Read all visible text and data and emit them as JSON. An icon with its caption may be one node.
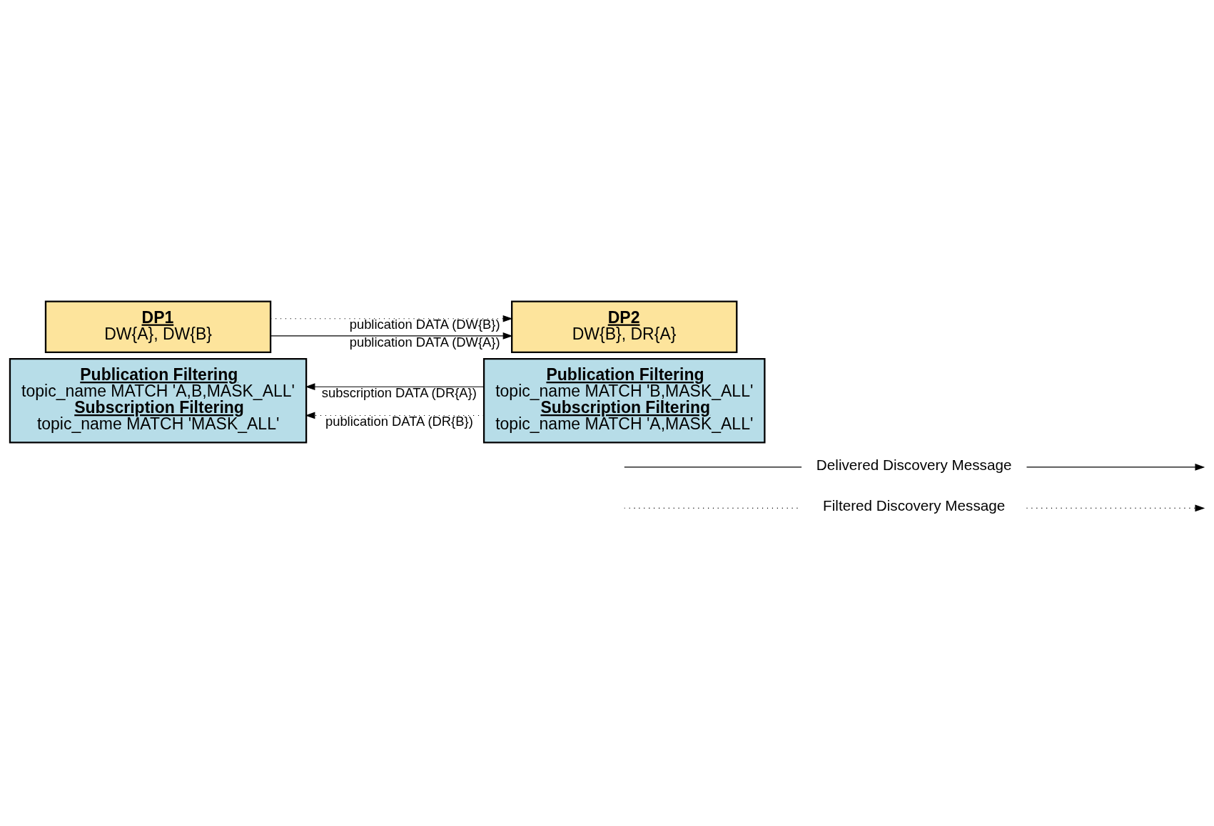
{
  "diagram": {
    "nodes": [
      {
        "text": [
          "DP1",
          "DW{A}, DW{B}"
        ]
      },
      {
        "text": [
          "Publication Filtering",
          "topic_name MATCH 'A,B,MASK_ALL'",
          "Subscription Filtering",
          "topic_name MATCH 'MASK_ALL'"
        ]
      },
      {
        "text": [
          "DP2",
          "DW{B}, DR{A}"
        ]
      },
      {
        "text": [
          "Publication Filtering",
          "topic_name MATCH 'B,MASK_ALL'",
          "Subscription Filtering",
          "topic_name MATCH 'A,MASK_ALL'"
        ]
      }
    ],
    "edges": [
      {
        "from": 0,
        "to": 2,
        "arrow": "to",
        "label": "publication DATA (DW{B})",
        "style": "dashed"
      },
      {
        "from": 0,
        "to": 2,
        "arrow": "to",
        "label": "publication DATA (DW{A})"
      },
      {
        "from": 3,
        "to": 1,
        "arrow": "to",
        "label": "subscription DATA (DR{A})"
      },
      {
        "from": 3,
        "to": 1,
        "arrow": "to",
        "label": "publication DATA (DR{B})",
        "style": "dashed"
      }
    ],
    "legend": [
      {
        "text": "Delivered Discovery Message"
      },
      {
        "text": "Filtered Discovery Message"
      }
    ]
  }
}
